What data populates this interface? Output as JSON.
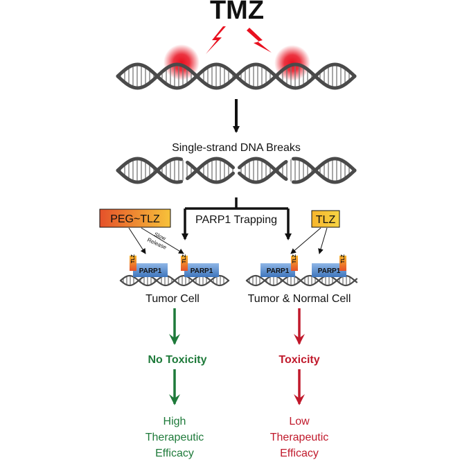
{
  "title": "TMZ",
  "step1": "Single-strand DNA Breaks",
  "trapping": "PARP1 Trapping",
  "drugs": {
    "left": "PEG~TLZ",
    "right": "TLZ",
    "slow_release": [
      "Slow",
      "Release"
    ],
    "tag": "TLZ"
  },
  "protein": "PARP1",
  "branches": {
    "left": {
      "cell": "Tumor Cell",
      "outcome": "No Toxicity",
      "efficacy": [
        "High",
        "Therapeutic",
        "Efficacy"
      ],
      "color": "#1e7a3a"
    },
    "right": {
      "cell": "Tumor & Normal Cell",
      "outcome": "Toxicity",
      "efficacy": [
        "Low",
        "Therapeutic",
        "Efficacy"
      ],
      "color": "#c0192b"
    }
  },
  "colors": {
    "damage": "#e8101f",
    "strand": "#4a4a4a",
    "parp": "#4a86c8",
    "drug_box": "#f29a22",
    "tag": "#f2a81e"
  }
}
